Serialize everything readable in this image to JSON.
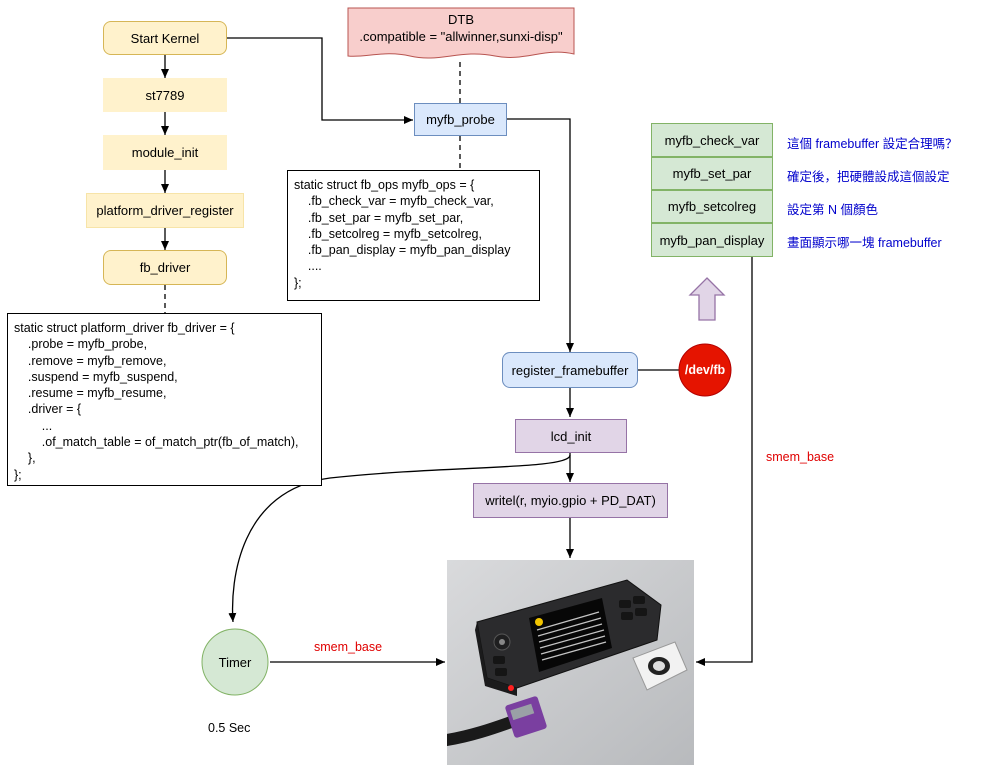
{
  "kernel_flow": {
    "start_kernel": "Start Kernel",
    "st7789": "st7789",
    "module_init": "module_init",
    "platform_driver_register": "platform_driver_register",
    "fb_driver": "fb_driver"
  },
  "fb_driver_code": {
    "lines": [
      "static struct platform_driver fb_driver = {",
      "    .probe = myfb_probe,",
      "    .remove = myfb_remove,",
      "    .suspend = myfb_suspend,",
      "    .resume = myfb_resume,",
      "    .driver = {",
      "        ...",
      "        .of_match_table = of_match_ptr(fb_of_match),",
      "    },",
      "};"
    ]
  },
  "dtb": {
    "title": "DTB",
    "compatible": ".compatible = \"allwinner,sunxi-disp\""
  },
  "myfb_probe": "myfb_probe",
  "fb_ops_code": {
    "lines": [
      "static struct fb_ops myfb_ops = {",
      "    .fb_check_var = myfb_check_var,",
      "    .fb_set_par = myfb_set_par,",
      "    .fb_setcolreg = myfb_setcolreg,",
      "    .fb_pan_display = myfb_pan_display",
      "    ....",
      "};"
    ]
  },
  "ops_table": [
    {
      "name": "myfb_check_var",
      "note": "這個 framebuffer 設定合理嗎？"
    },
    {
      "name": "myfb_set_par",
      "note": "確定後，把硬體設成這個設定"
    },
    {
      "name": "myfb_setcolreg",
      "note": "設定第 N 個顏色"
    },
    {
      "name": "myfb_pan_display",
      "note": "畫面顯示哪一塊 framebuffer"
    }
  ],
  "register_framebuffer": "register_framebuffer",
  "dev_fb": "/dev/fb",
  "lcd_init": "lcd_init",
  "writel": "writel(r, myio.gpio + PD_DAT)",
  "smem_base_right": "smem_base",
  "smem_base_left": "smem_base",
  "timer": "Timer",
  "timer_interval": "0.5 Sec",
  "colors": {
    "yellow_fill": "#fff2cc",
    "blue_fill": "#dae8fc",
    "purple_fill": "#e1d5e7",
    "green_fill": "#d5e8d4",
    "dtb_fill": "#f8cecc",
    "devfb_fill": "#e51400",
    "annotation_blue": "#0000cc",
    "smem_red": "#e00000"
  }
}
